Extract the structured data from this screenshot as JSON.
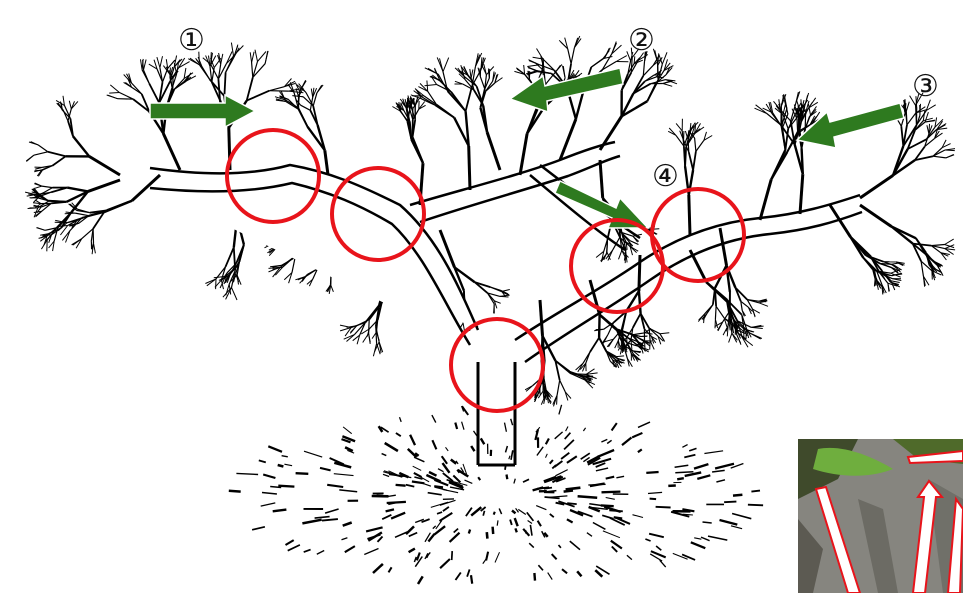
{
  "labels": {
    "n1": "①",
    "n2": "②",
    "n3": "③",
    "n4": "④"
  },
  "colors": {
    "branch": "#000000",
    "trunk_fill": "#ffffff",
    "circle": "#e8141b",
    "arrow": "#2e7a1f",
    "arrow_outline": "#ffffff",
    "photo_bark": "#7d7d78",
    "photo_leaf": "#6fae3e",
    "photo_pointer": "#e8141b"
  },
  "icons": {
    "tree": "tree-sketch",
    "circle": "red-circle-highlight",
    "arrow": "green-arrow",
    "photo": "bark-photo-inset"
  }
}
